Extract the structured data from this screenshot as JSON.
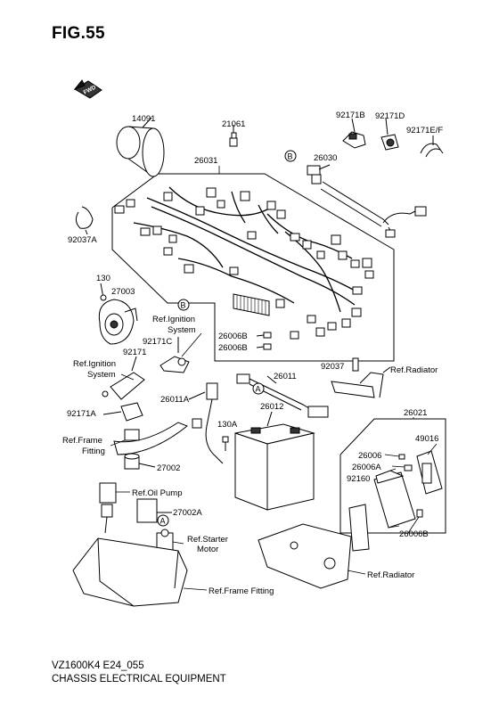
{
  "figure": {
    "title": "FIG.55",
    "fwd_label": "FWD"
  },
  "callouts": {
    "b": "B",
    "a": "A"
  },
  "labels": {
    "p14091": "14091",
    "p21061": "21061",
    "p92171B": "92171B",
    "p92171D": "92171D",
    "p92171EF": "92171E/F",
    "p26031": "26031",
    "p26030": "26030",
    "p92037A": "92037A",
    "p130": "130",
    "p27003": "27003",
    "ref_ignition_1a": "Ref.Ignition",
    "ref_ignition_1b": "System",
    "p92171C": "92171C",
    "p26006B_1": "26006B",
    "p26006B_2": "26006B",
    "p92171": "92171",
    "ref_ignition_2a": "Ref.Ignition",
    "ref_ignition_2b": "System",
    "p26011": "26011",
    "p92037": "92037",
    "ref_radiator_1": "Ref.Radiator",
    "p26011A": "26011A",
    "p92171A": "92171A",
    "p26012": "26012",
    "p26021": "26021",
    "p130A": "130A",
    "ref_frame_fitting_1a": "Ref.Frame",
    "ref_frame_fitting_1b": "Fitting",
    "p49016": "49016",
    "p26006": "26006",
    "p26006A": "26006A",
    "p27002": "27002",
    "p92160": "92160",
    "ref_oil_pump": "Ref.Oil Pump",
    "p27002A": "27002A",
    "p26006B_3": "26006B",
    "ref_starter_motor_a": "Ref.Starter",
    "ref_starter_motor_b": "Motor",
    "ref_radiator_2": "Ref.Radiator",
    "ref_frame_fitting_2": "Ref.Frame Fitting"
  },
  "footer": {
    "model_code": "VZ1600K4 E24_055",
    "section_title": "CHASSIS ELECTRICAL EQUIPMENT"
  }
}
